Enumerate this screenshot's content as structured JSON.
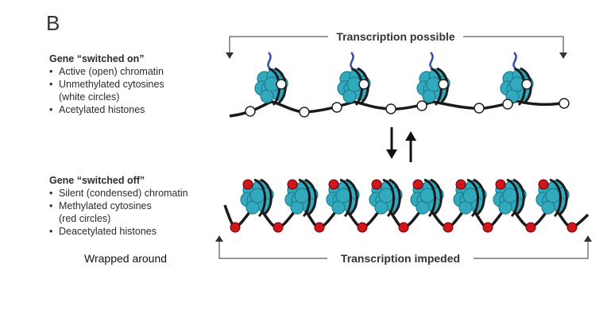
{
  "panel_letter": "B",
  "switched_on": {
    "heading": "Gene “switched on”",
    "bullets": [
      "Active (open) chromatin",
      "Unmethylated cytosines",
      "(white circles)",
      "Acetylated histones"
    ]
  },
  "switched_off": {
    "heading": "Gene “switched off”",
    "bullets": [
      "Silent (condensed) chromatin",
      "Methylated cytosines",
      "(red circles)",
      "Deacetylated histones"
    ]
  },
  "top_bracket_label": "Transcription possible",
  "bottom_bracket_label": "Transcription impeded",
  "note": "Wrapped around",
  "colors": {
    "histone": "#33a9bd",
    "histone_dark": "#1d7f92",
    "dna": "#1a1a1a",
    "acetyl_tail": "#2f4fa8",
    "methyl": "#d0151c"
  }
}
